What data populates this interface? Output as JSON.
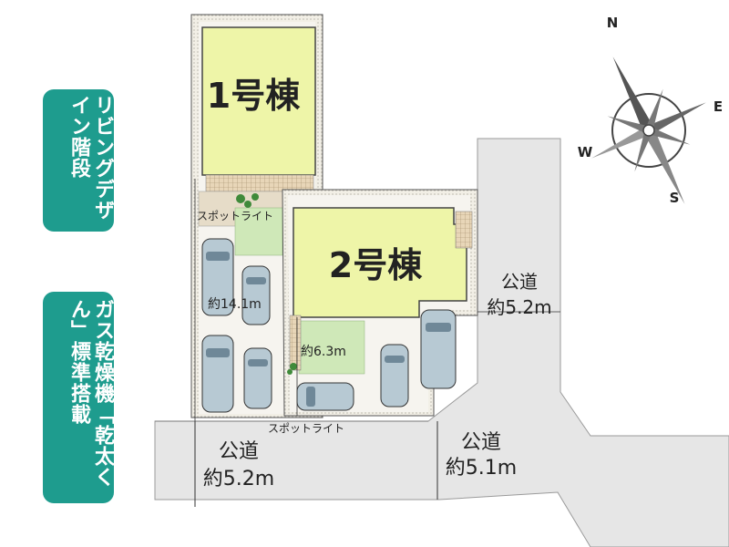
{
  "badges": {
    "stairs": "リビングデザイン階段",
    "dryer": "ガス乾燥機「乾太くん」標準搭載"
  },
  "buildings": {
    "b1": "1号棟",
    "b2": "2号棟"
  },
  "labels": {
    "spotlight_top": "スポットライト",
    "spotlight_bottom": "スポットライト",
    "dim_14": "約14.1m",
    "dim_6": "約6.3m"
  },
  "roads": {
    "right_name": "公道",
    "right_width": "約5.2m",
    "bottom_left_name": "公道",
    "bottom_left_width": "約5.2m",
    "bottom_right_name": "公道",
    "bottom_right_width": "約5.1m"
  },
  "compass": {
    "n": "N",
    "e": "E",
    "s": "S",
    "w": "W"
  },
  "colors": {
    "badge": "#1e9c8e",
    "building": "#eef5a8",
    "road": "#e6e6e6",
    "lawn": "#cfe8b8",
    "paving": "#e6dcc8"
  }
}
